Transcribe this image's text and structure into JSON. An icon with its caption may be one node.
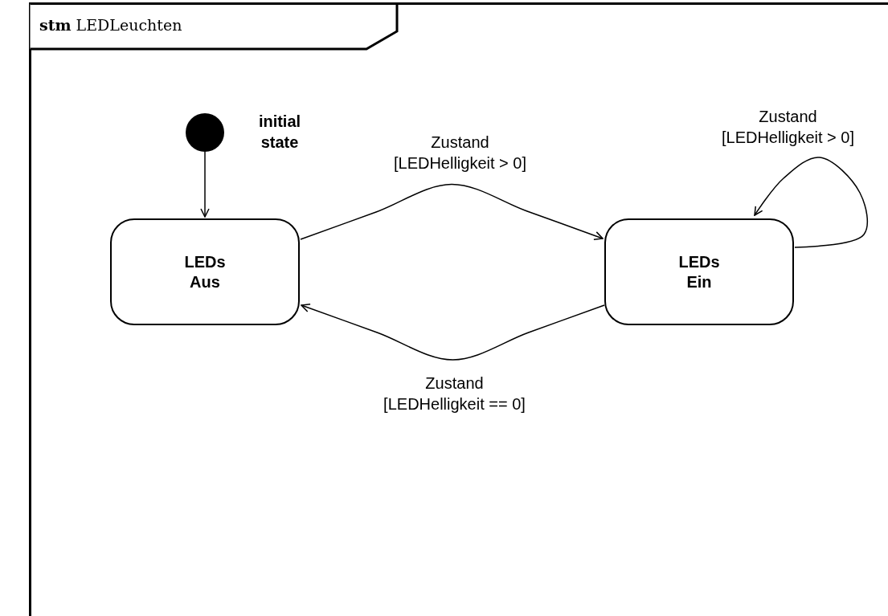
{
  "diagram": {
    "nodes": [
      {
        "text": [
          "**stm** LEDLeuchten"
        ]
      },
      {
        "text": [],
        "shape": "circle",
        "in": 0,
        "beside": [
          "initial state"
        ]
      },
      {
        "text": [
          "LEDs Aus"
        ],
        "in": 0
      },
      {
        "text": [
          "LEDs Ein"
        ],
        "in": 0
      }
    ],
    "edges": [
      {
        "from": 1,
        "to": 2,
        "arrow": "to"
      },
      {
        "from": 2,
        "to": 3,
        "arrow": "to",
        "label": "Zustand [LEDHelligkeit > 0]"
      },
      {
        "from": 3,
        "to": 2,
        "arrow": "to",
        "label": "Zustand [LEDHelligkeit == 0]"
      },
      {
        "from": 3,
        "to": 3,
        "arrow": "to",
        "label": "Zustand [LEDHelligkeit > 0]"
      }
    ]
  }
}
